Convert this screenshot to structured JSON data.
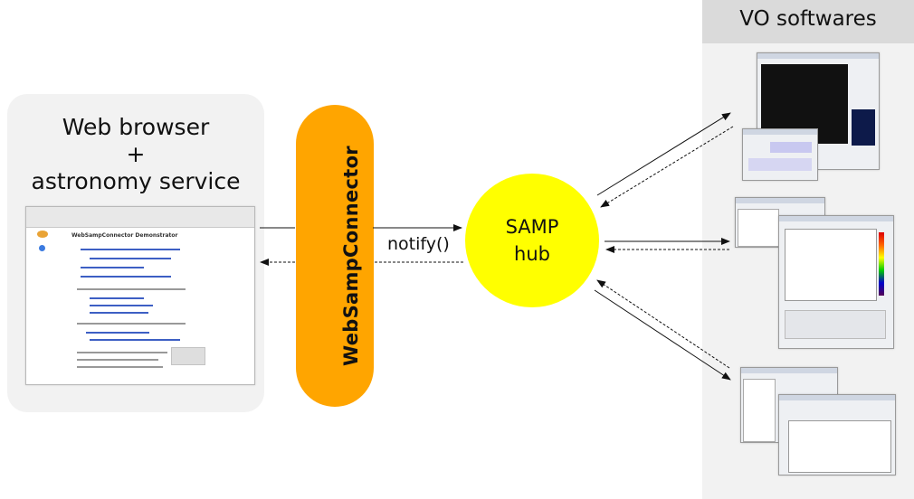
{
  "browser": {
    "title_lines": [
      "Web browser",
      "+",
      "astronomy service"
    ],
    "screenshot_heading": "WebSampConnector Demonstrator"
  },
  "connector": {
    "label": "WebSampConnector"
  },
  "hub": {
    "label_lines": [
      "SAMP",
      "hub"
    ]
  },
  "notify_label": "notify()",
  "vo_panel": {
    "title": "VO softwares"
  },
  "colors": {
    "connector": "#ffa500",
    "hub": "#ffff00",
    "panel": "#f2f2f2",
    "vo_header": "#dadada"
  }
}
